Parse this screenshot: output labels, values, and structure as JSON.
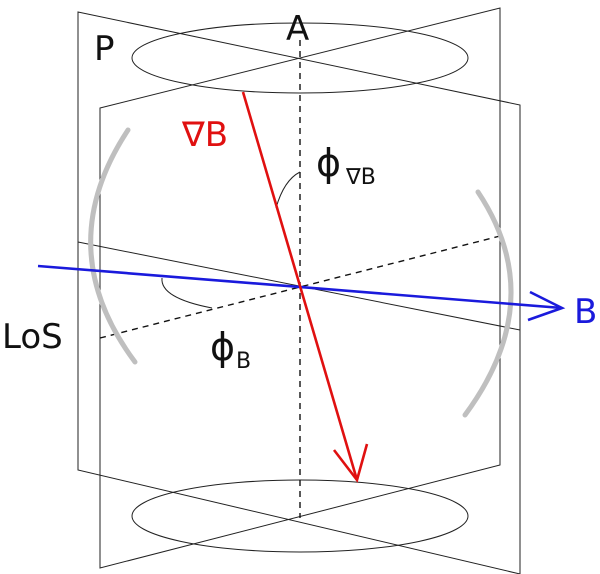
{
  "labels": {
    "plane": "P",
    "axis": "A",
    "gradient": "∇B",
    "phi_grad_symbol": "ϕ",
    "phi_grad_sub": "∇B",
    "phi_b_symbol": "ϕ",
    "phi_b_sub": "B",
    "field": "B",
    "los": "LoS"
  },
  "colors": {
    "gradient": "#e01010",
    "field": "#1a1adc",
    "frame": "#222222",
    "arc": "#bfbfbf"
  }
}
